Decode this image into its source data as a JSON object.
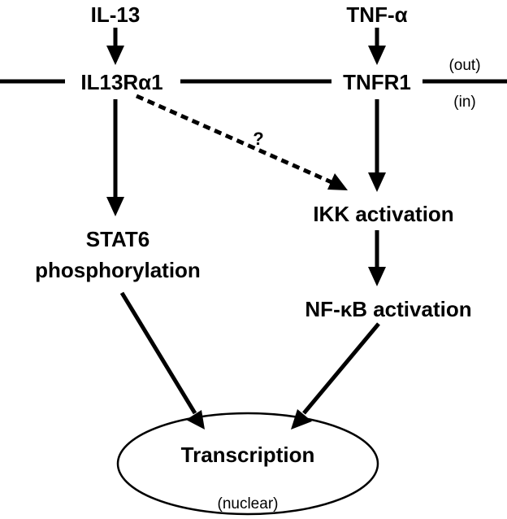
{
  "nodes": {
    "il13": "IL-13",
    "tnfa": "TNF-α",
    "il13ra1": "IL13Rα1",
    "tnfr1": "TNFR1",
    "out_label": "(out)",
    "in_label": "(in)",
    "question": "?",
    "stat6_line1": "STAT6",
    "stat6_line2": "phosphorylation",
    "ikk": "IKK activation",
    "nfkb": "NF-κB activation",
    "transcription": "Transcription",
    "nuclear": "(nuclear)"
  },
  "colors": {
    "ink": "#000000",
    "background": "#ffffff"
  }
}
